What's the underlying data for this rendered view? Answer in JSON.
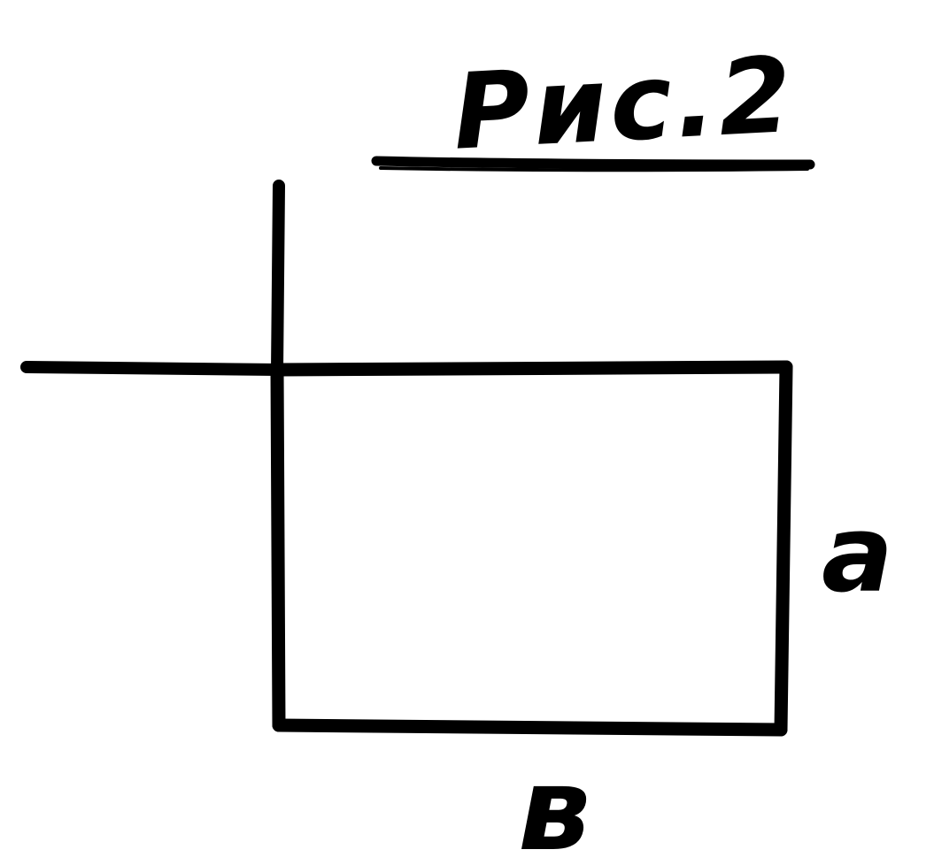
{
  "figure": {
    "caption": "Рис.2",
    "labels": {
      "side_a": "a",
      "side_b": "в"
    }
  },
  "colors": {
    "ink": "#000000",
    "paper": "#ffffff"
  }
}
